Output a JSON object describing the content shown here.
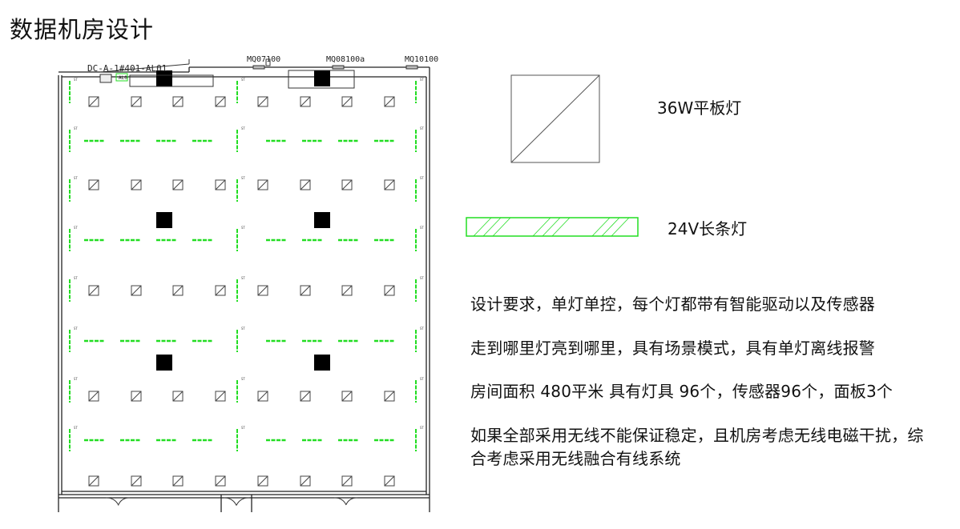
{
  "title": "数据机房设计",
  "plan": {
    "panel_ref": "DC-A-1#401-AL01",
    "door_tags": [
      "MQ07100",
      "MQ08100a",
      "MQ10100"
    ],
    "box_label": "AL0",
    "sensor_tag": "ST"
  },
  "legend": {
    "panel_light": "36W平板灯",
    "strip_light": "24V长条灯"
  },
  "requirements": [
    "设计要求，单灯单控，每个灯都带有智能驱动以及传感器",
    "走到哪里灯亮到哪里，具有场景模式，具有单灯离线报警",
    "房间面积 480平米 具有灯具 96个，传感器96个，面板3个",
    "如果全部采用无线不能保证稳定，且机房考虑无线电磁干扰，综合考虑采用无线融合有线系统"
  ],
  "colors": {
    "strip_green": "#22dd22",
    "line": "#222222"
  }
}
